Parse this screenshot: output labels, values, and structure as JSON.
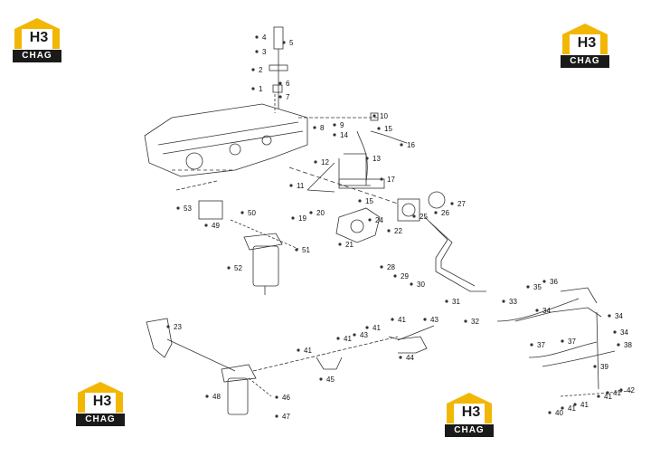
{
  "logo": {
    "mark": "H3",
    "brand": "CHAG"
  },
  "callouts": [
    "1",
    "2",
    "3",
    "4",
    "5",
    "6",
    "7",
    "8",
    "9",
    "10",
    "11",
    "12",
    "13",
    "14",
    "15",
    "15",
    "16",
    "17",
    "19",
    "20",
    "21",
    "22",
    "23",
    "24",
    "25",
    "26",
    "27",
    "28",
    "29",
    "30",
    "31",
    "32",
    "33",
    "34",
    "34",
    "34",
    "35",
    "36",
    "37",
    "37",
    "38",
    "39",
    "40",
    "41",
    "41",
    "41",
    "41",
    "41",
    "41",
    "41",
    "41",
    "42",
    "43",
    "43",
    "44",
    "45",
    "46",
    "47",
    "48",
    "49",
    "50",
    "51",
    "52",
    "53"
  ],
  "colors": {
    "logo_yellow": "#f2b705",
    "logo_dark": "#1a1a1a",
    "line": "#333333"
  }
}
